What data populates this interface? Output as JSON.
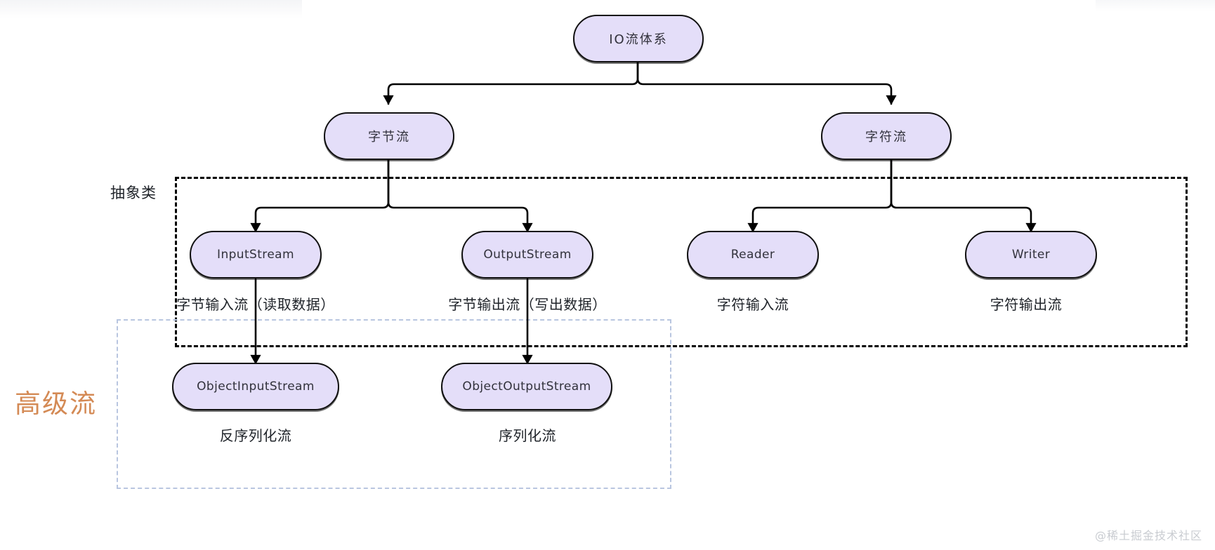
{
  "diagram": {
    "title": "IO流体系",
    "watermark": "@稀土掘金技术社区",
    "colors": {
      "node_fill": "#e4def9",
      "node_stroke": "#111111",
      "edge": "#000000",
      "abstract_box_border": "#000000",
      "advanced_box_border": "#b9c6e0",
      "advanced_label": "#d48a55",
      "text": "#1f2329",
      "watermark": "#c9ccd1"
    },
    "groups": [
      {
        "id": "abstract",
        "label": "抽象类",
        "style": "dashed-black"
      },
      {
        "id": "advanced",
        "label": "高级流",
        "style": "dashed-blue"
      }
    ],
    "nodes": [
      {
        "id": "root",
        "label": "IO流体系",
        "level": 0,
        "script": "cjk"
      },
      {
        "id": "byte-stream",
        "label": "字节流",
        "level": 1,
        "script": "cjk"
      },
      {
        "id": "char-stream",
        "label": "字符流",
        "level": 1,
        "script": "cjk"
      },
      {
        "id": "input-stream",
        "label": "InputStream",
        "level": 2,
        "script": "latin"
      },
      {
        "id": "output-stream",
        "label": "OutputStream",
        "level": 2,
        "script": "latin"
      },
      {
        "id": "reader",
        "label": "Reader",
        "level": 2,
        "script": "latin"
      },
      {
        "id": "writer",
        "label": "Writer",
        "level": 2,
        "script": "latin"
      },
      {
        "id": "object-input-stream",
        "label": "ObjectInputStream",
        "level": 3,
        "script": "latin"
      },
      {
        "id": "object-output-stream",
        "label": "ObjectOutputStream",
        "level": 3,
        "script": "latin"
      }
    ],
    "captions": [
      {
        "for": "input-stream",
        "text": "字节输入流（读取数据）"
      },
      {
        "for": "output-stream",
        "text": "字节输出流（写出数据）"
      },
      {
        "for": "reader",
        "text": "字符输入流"
      },
      {
        "for": "writer",
        "text": "字符输出流"
      },
      {
        "for": "object-input-stream",
        "text": "反序列化流"
      },
      {
        "for": "object-output-stream",
        "text": "序列化流"
      }
    ],
    "edges": [
      {
        "from": "root",
        "to": "byte-stream"
      },
      {
        "from": "root",
        "to": "char-stream"
      },
      {
        "from": "byte-stream",
        "to": "input-stream"
      },
      {
        "from": "byte-stream",
        "to": "output-stream"
      },
      {
        "from": "char-stream",
        "to": "reader"
      },
      {
        "from": "char-stream",
        "to": "writer"
      },
      {
        "from": "input-stream",
        "to": "object-input-stream"
      },
      {
        "from": "output-stream",
        "to": "object-output-stream"
      }
    ]
  }
}
